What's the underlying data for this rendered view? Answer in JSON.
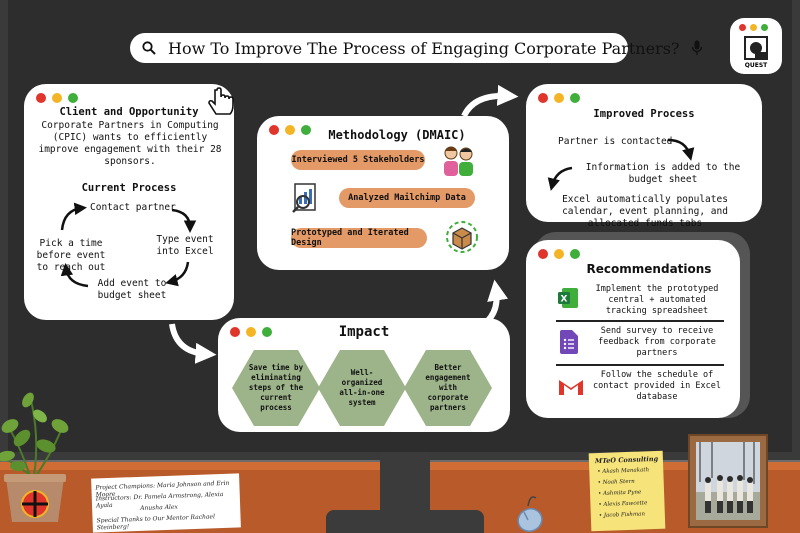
{
  "search": {
    "title": "How To Improve The Process of Engaging Corporate Partners?"
  },
  "logo": {
    "text": "QUEST"
  },
  "client": {
    "title": "Client and Opportunity",
    "body": "Corporate Partners in Computing (CPIC) wants to efficiently improve engagement with their 28 sponsors."
  },
  "current": {
    "title": "Current Process",
    "steps": [
      "Contact partner",
      "Type event into Excel",
      "Add event to budget sheet",
      "Pick a time before event to reach out"
    ]
  },
  "methodology": {
    "title": "Methodology (DMAIC)",
    "items": [
      "Interviewed 5 Stakeholders",
      "Analyzed Mailchimp Data",
      "Prototyped and Iterated Design"
    ]
  },
  "impact": {
    "title": "Impact",
    "items": [
      "Save time by eliminating steps of the current process",
      "Well-organized all-in-one system",
      "Better engagement with corporate partners"
    ]
  },
  "improved": {
    "title": "Improved Process",
    "steps": [
      "Partner is contacted",
      "Information is added to the budget sheet",
      "Excel automatically populates calendar, event planning, and allocated funds tabs"
    ]
  },
  "recommendations": {
    "title": "Recommendations",
    "items": [
      "Implement the prototyped central + automated tracking spreadsheet",
      "Send survey to receive feedback from corporate partners",
      "Follow the schedule of contact provided in Excel database"
    ]
  },
  "credits": {
    "line1": "Project Champions: Maria Johnson and Erin Moore",
    "line2": "Instructors: Dr. Pamela Armstrong, Alexia Ayala",
    "line3": "Anusha Alex",
    "line4": "Special Thanks to Our Mentor Rachael Steinberg!"
  },
  "team": {
    "title": "MTeO Consulting",
    "members": [
      "Akash Manakath",
      "Noah Stern",
      "Ashmita Pyne",
      "Alexis Fawcette",
      "Jacob Fishman"
    ]
  },
  "colors": {
    "pill": "#e39a66",
    "hex": "#9db48a",
    "desk": "#b85a2a",
    "screen": "#2d2d2d"
  }
}
